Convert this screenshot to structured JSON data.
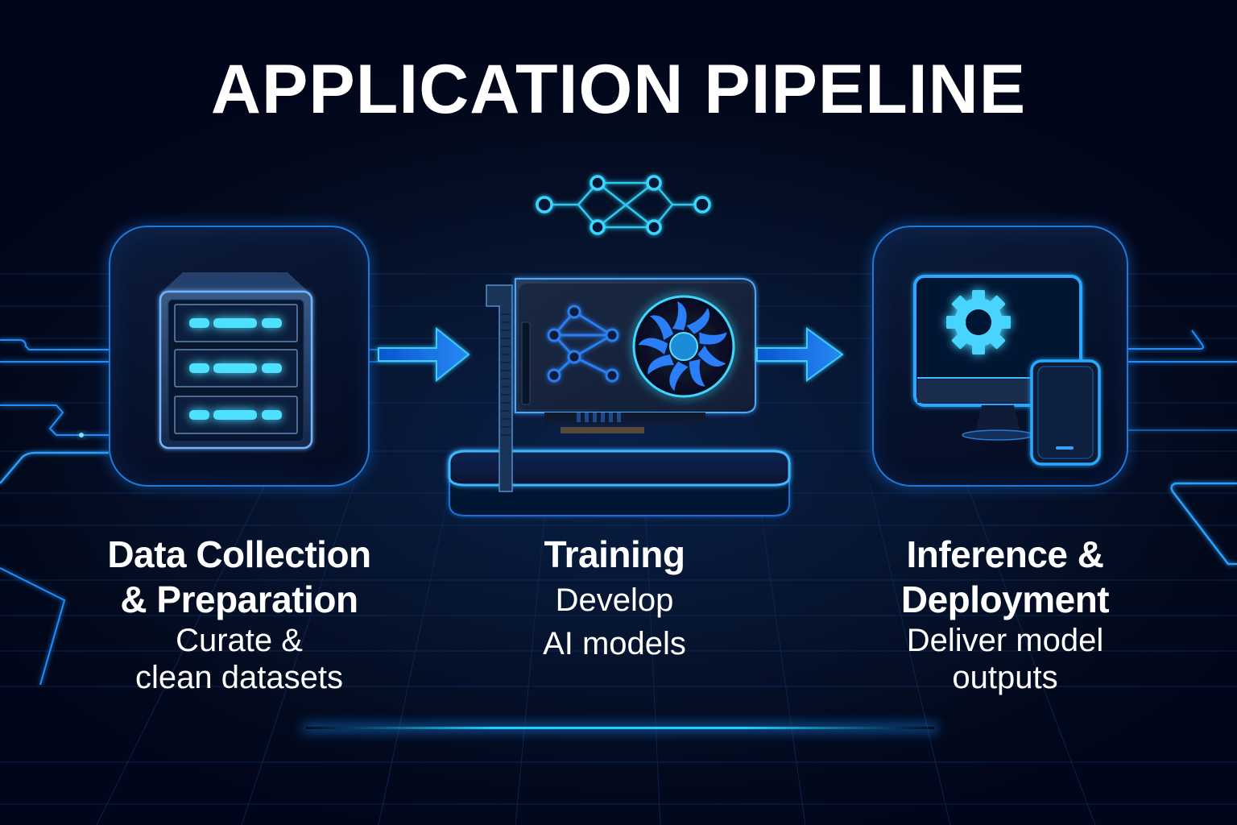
{
  "title": "APPLICATION PIPELINE",
  "colors": {
    "background": "#030a1e",
    "accent": "#1e8fff",
    "accent_bright": "#3fd6ff",
    "card_border": "#1e7ad8",
    "text": "#ffffff"
  },
  "stages": [
    {
      "icon": "server-rack-icon",
      "title_line1": "Data Collection",
      "title_line2": "& Preparation",
      "desc_line1": "Curate &",
      "desc_line2": "clean datasets"
    },
    {
      "icon": "gpu-card-icon",
      "title_line1": "Training",
      "desc_line1": "Develop",
      "desc_line2": "AI models"
    },
    {
      "icon": "monitor-mobile-gear-icon",
      "title_line1": "Inference &",
      "title_line2": "Deployment",
      "desc_line1": "Deliver model",
      "desc_line2": "outputs"
    }
  ],
  "connectors": [
    "arrow-right-icon",
    "arrow-right-icon"
  ],
  "decorations": [
    "neural-network-icon",
    "circuit-traces"
  ]
}
